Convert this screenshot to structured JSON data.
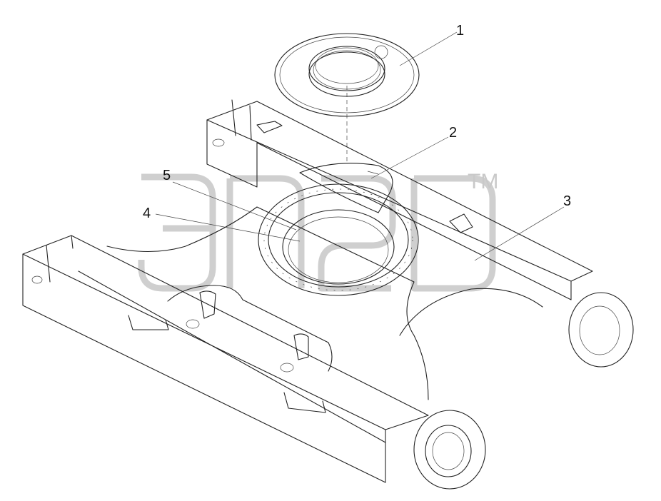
{
  "callouts": [
    {
      "id": "1",
      "label": "1"
    },
    {
      "id": "2",
      "label": "2"
    },
    {
      "id": "3",
      "label": "3"
    },
    {
      "id": "4",
      "label": "4"
    },
    {
      "id": "5",
      "label": "5"
    }
  ],
  "watermark": {
    "mark": "TM"
  },
  "colors": {
    "line": "#222222",
    "watermark": "#cfcfcf",
    "background": "#ffffff"
  }
}
